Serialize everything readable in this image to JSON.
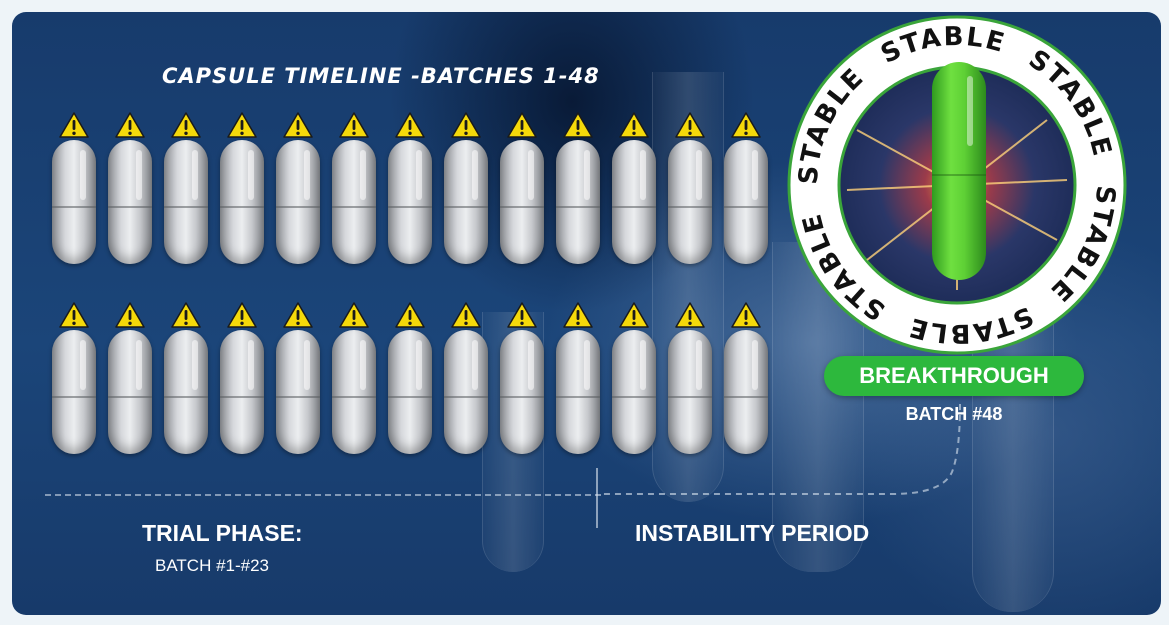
{
  "title": "CAPSULE TIMELINE -BATCHES 1-48",
  "rows": [
    {
      "count": 13,
      "icon": "warning-icon"
    },
    {
      "count": 13,
      "icon": "warning-icon"
    }
  ],
  "phases": {
    "trial": {
      "title": "TRIAL PHASE:",
      "subtitle": "BATCH #1-#23"
    },
    "instability": {
      "title": "INSTABILITY PERIOD"
    }
  },
  "breakthrough": {
    "badge": "BREAKTHROUGH",
    "batch": "BATCH #48",
    "ring_words": [
      "STABLE",
      "STABLE",
      "STABLE",
      "STABLE",
      "STABLE",
      "STABLE"
    ]
  },
  "colors": {
    "background": "#1b4579",
    "warning": "#f5d90a",
    "capsule": "#d6d8dc",
    "stable_capsule": "#5cc93a",
    "badge": "#2db83d",
    "ring": "#ffffff"
  }
}
